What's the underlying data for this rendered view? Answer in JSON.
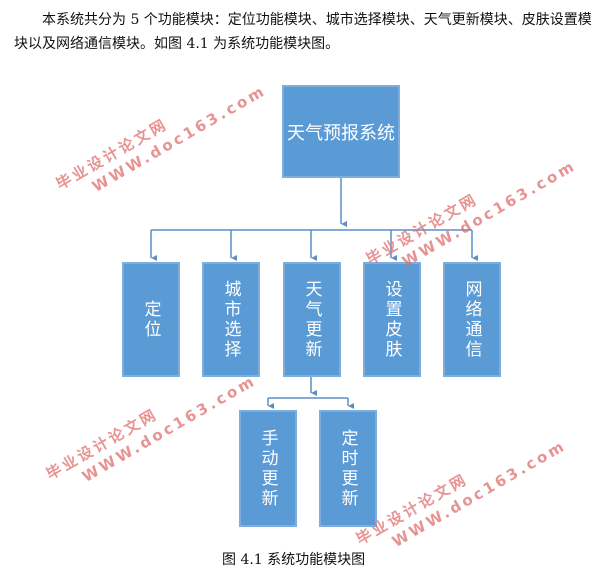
{
  "paragraph": "本系统共分为 5 个功能模块：定位功能模块、城市选择模块、天气更新模块、皮肤设置模块以及网络通信模块。如图 4.1 为系统功能模块图。",
  "diagram": {
    "root": "天气预报系统",
    "modules": [
      "定位",
      "城市选择",
      "天气更新",
      "设置皮肤",
      "网络通信"
    ],
    "sub_modules": [
      "手动更新",
      "定时更新"
    ]
  },
  "caption": "图 4.1  系统功能模块图",
  "watermark": {
    "cn": "毕业设计论文网",
    "url": "WWW.doc163.com"
  },
  "colors": {
    "box": "#5b9bd5",
    "line": "#5b8fc7",
    "watermark": "#e07070"
  }
}
